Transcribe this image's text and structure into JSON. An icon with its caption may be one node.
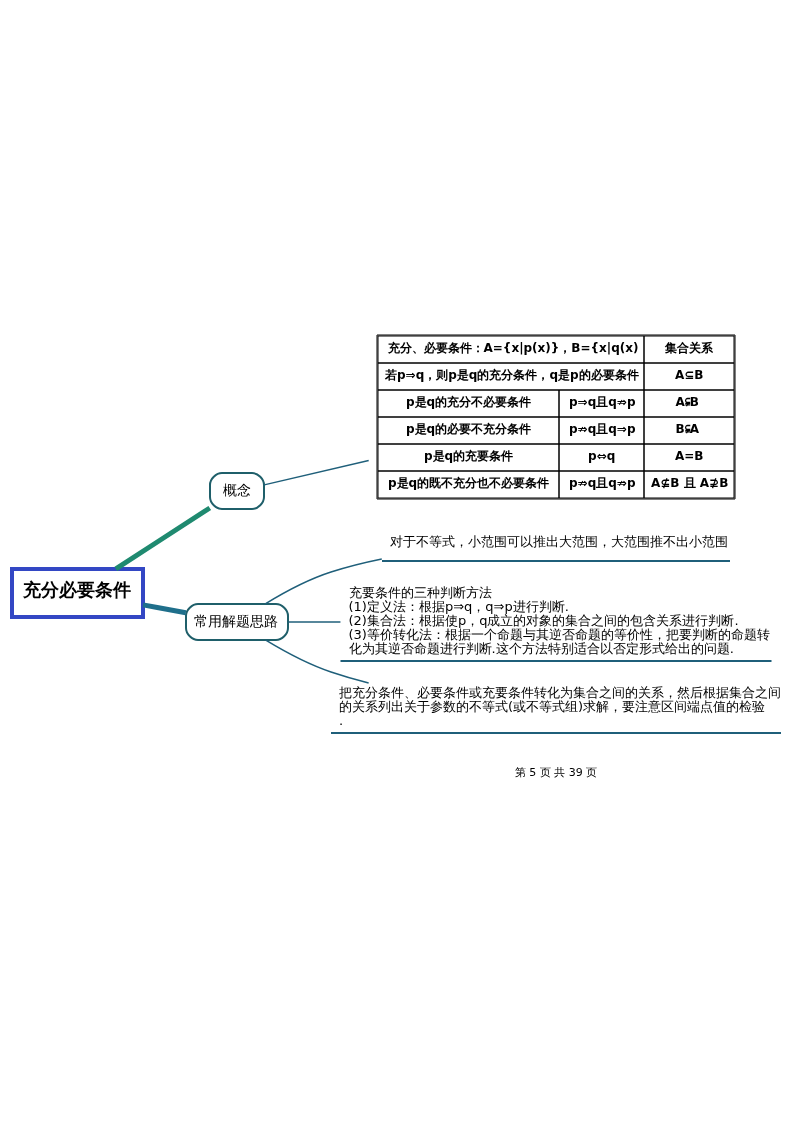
{
  "diagram": {
    "nodes": [
      {
        "text": [
          "充分必要条件"
        ]
      },
      {
        "text": [
          "概念"
        ]
      },
      {
        "text": [
          "充分、必要条件：A={x|p(x)}，B={x|q(x)",
          "集合关系",
          "若p⇒q，则p是q的充分条件，q是p的必要条件",
          "A⊆B",
          "p是q的充分不必要条件",
          "p⇒q且q⇏p",
          "A⫋B",
          "p是q的必要不充分条件",
          "p⇏q且q⇒p",
          "B⫋A",
          "p是q的充要条件",
          "p⇔q",
          "A=B",
          "p是q的既不充分也不必要条件",
          "p⇏q且q⇏p",
          "A⊈B 且 A⊉B"
        ]
      },
      {
        "text": [
          "常用解题思路"
        ]
      },
      {
        "text": [
          "对于不等式，小范围可以推出大范围，大范围推不出小范围"
        ]
      },
      {
        "text": [
          "充要条件的三种判断方法",
          "(1)定义法：根据p⇒q，q⇒p进行判断.",
          "(2)集合法：根据使p，q成立的对象的集合之间的包含关系进行判断.",
          "(3)等价转化法：根据一个命题与其逆否命题的等价性，把要判断的命题转化为其逆否命题进行判断.这个方法特别适合以否定形式给出的问题."
        ]
      },
      {
        "text": [
          "把充分条件、必要条件或充要条件转化为集合之间的关系，然后根据集合之间的关系列出关于参数的不等式(或不等式组)求解，要注意区间端点值的检验."
        ]
      }
    ],
    "edges": [
      {
        "from": 0,
        "to": 1,
        "arrow": "none",
        "style": "thick",
        "color": "#1f8a70"
      },
      {
        "from": 0,
        "to": 3,
        "arrow": "none",
        "style": "thick",
        "color": "#1f6f8b"
      },
      {
        "from": 1,
        "to": 2,
        "arrow": "none"
      },
      {
        "from": 3,
        "to": 4,
        "arrow": "none"
      },
      {
        "from": 3,
        "to": 5,
        "arrow": "none"
      },
      {
        "from": 3,
        "to": 6,
        "arrow": "none"
      }
    ],
    "labels": [
      "第 5 页 共 39 页"
    ]
  }
}
